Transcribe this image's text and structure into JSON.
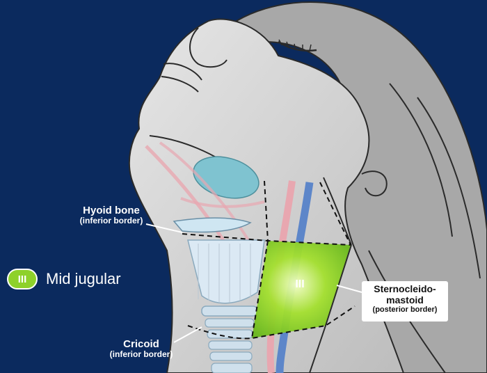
{
  "labels": {
    "hyoid": {
      "title": "Hyoid bone",
      "subtitle": "(inferior border)"
    },
    "cricoid": {
      "title": "Cricoid",
      "subtitle": "(inferior border)"
    },
    "scm": {
      "line1": "Sternocleido-",
      "line2": "mastoid",
      "subtitle": "(posterior border)"
    }
  },
  "legend": {
    "badge": "III",
    "text": "Mid jugular"
  },
  "zone": {
    "numeral": "III"
  },
  "colors": {
    "background": "#0b2a5e",
    "zone_fill": "#8ed12a",
    "skin": "#d9d9d9",
    "thyroid_gland": "#7fc3d0",
    "artery": "#e8a7b0",
    "vein": "#5d86c9"
  }
}
